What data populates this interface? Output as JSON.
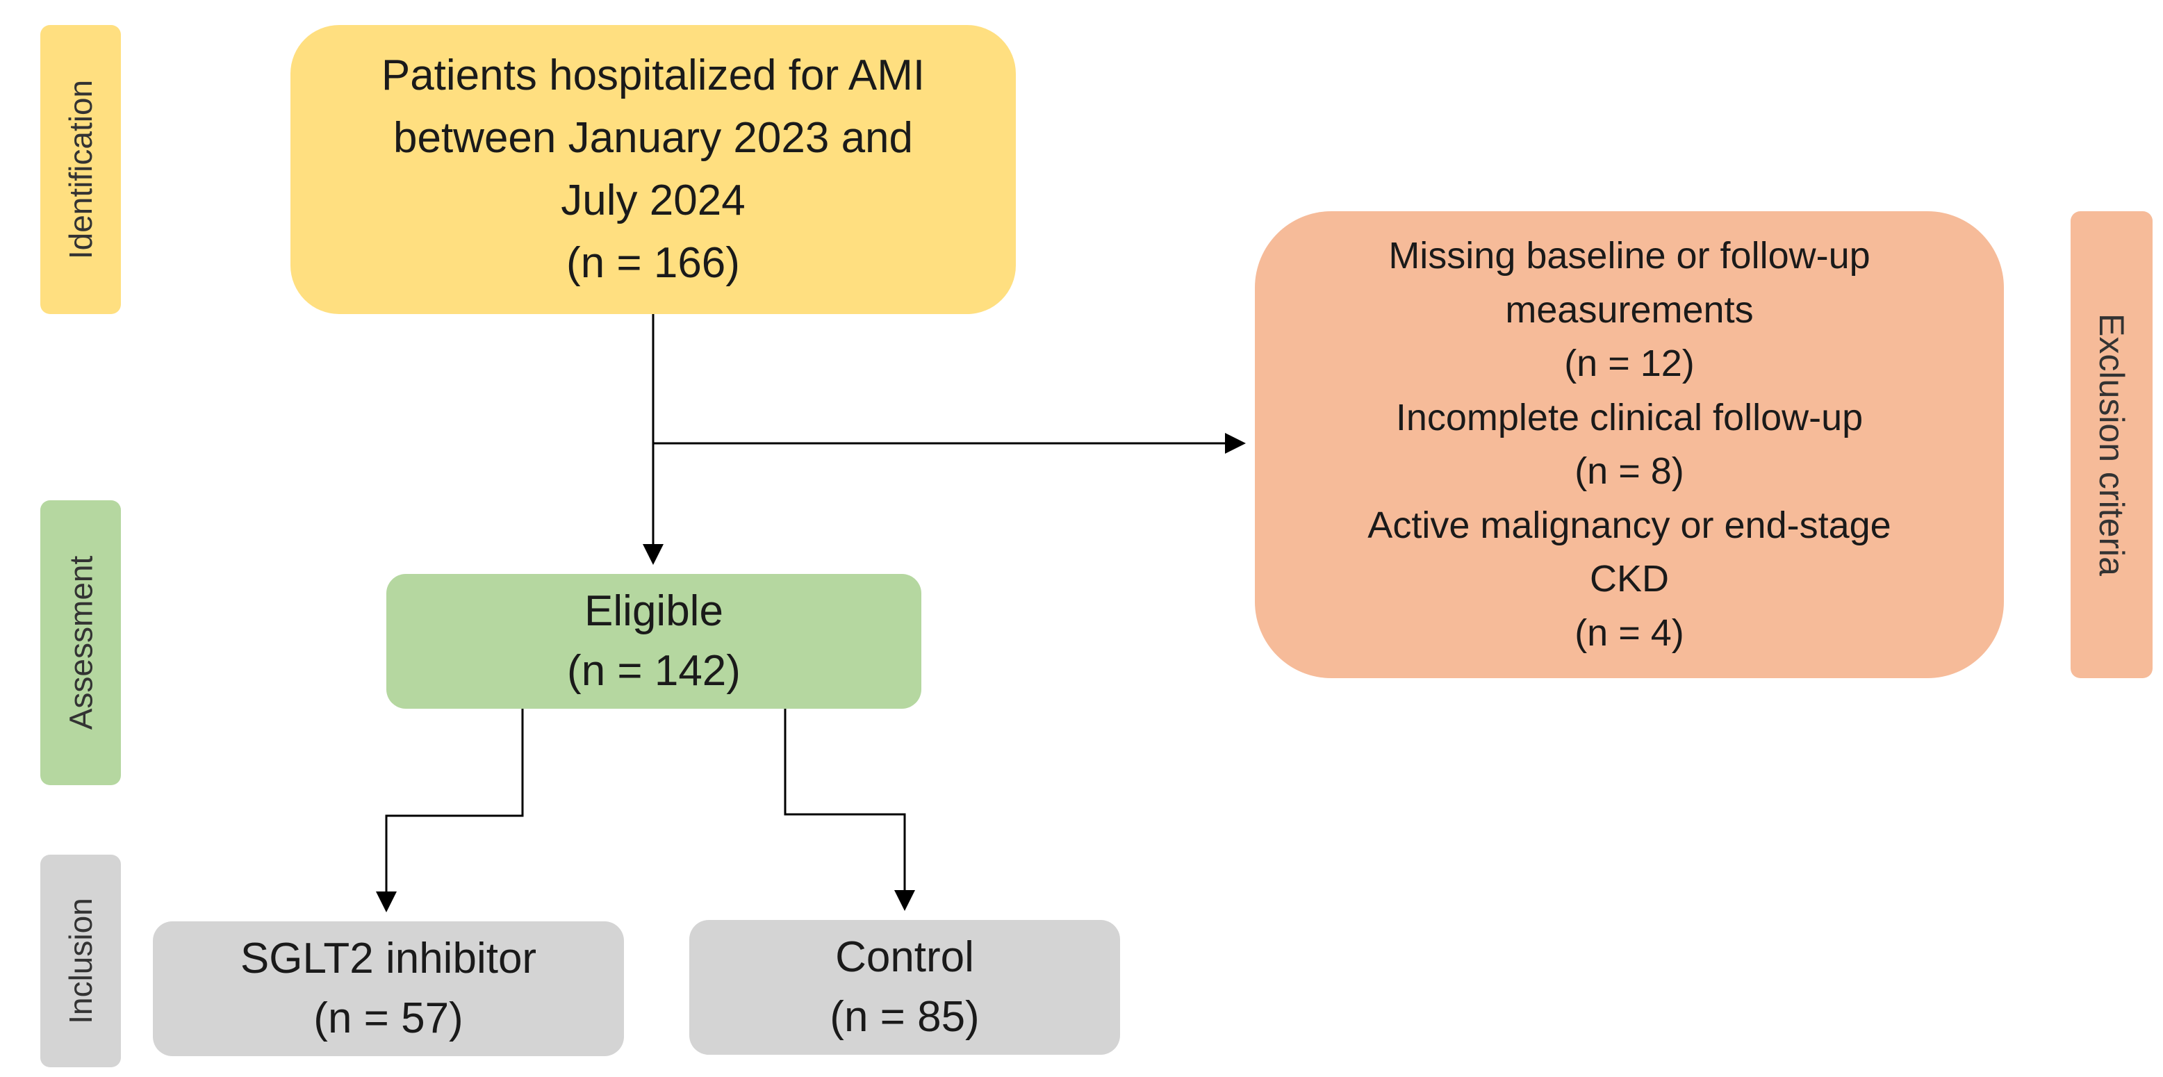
{
  "phases": {
    "identification": "Identification",
    "assessment": "Assessment",
    "inclusion": "Inclusion",
    "exclusion": "Exclusion criteria"
  },
  "nodes": {
    "identified": {
      "lines": [
        "Patients hospitalized for AMI",
        "between January 2023 and",
        "July 2024",
        "(n = 166)"
      ],
      "n": 166
    },
    "excluded": {
      "lines": [
        "Missing baseline or follow-up",
        "measurements",
        "(n = 12)",
        "Incomplete clinical follow-up",
        "(n = 8)",
        "Active malignancy or end-stage",
        "CKD",
        "(n = 4)"
      ],
      "reasons": [
        {
          "label": "Missing baseline or follow-up measurements",
          "n": 12
        },
        {
          "label": "Incomplete clinical follow-up",
          "n": 8
        },
        {
          "label": "Active malignancy or end-stage CKD",
          "n": 4
        }
      ]
    },
    "eligible": {
      "lines": [
        "Eligible",
        "(n = 142)"
      ],
      "n": 142
    },
    "sglt2": {
      "lines": [
        "SGLT2 inhibitor",
        "(n = 57)"
      ],
      "n": 57
    },
    "control": {
      "lines": [
        "Control",
        "(n = 85)"
      ],
      "n": 85
    }
  },
  "colors": {
    "identification": "#ffdf80",
    "exclusion": "#f6bb99",
    "assessment": "#b5d7a0",
    "inclusion": "#d4d4d4",
    "connector": "#000000"
  },
  "edges": [
    {
      "from": "identified",
      "to": "eligible"
    },
    {
      "from": "identified",
      "to": "excluded"
    },
    {
      "from": "eligible",
      "to": "sglt2"
    },
    {
      "from": "eligible",
      "to": "control"
    }
  ]
}
